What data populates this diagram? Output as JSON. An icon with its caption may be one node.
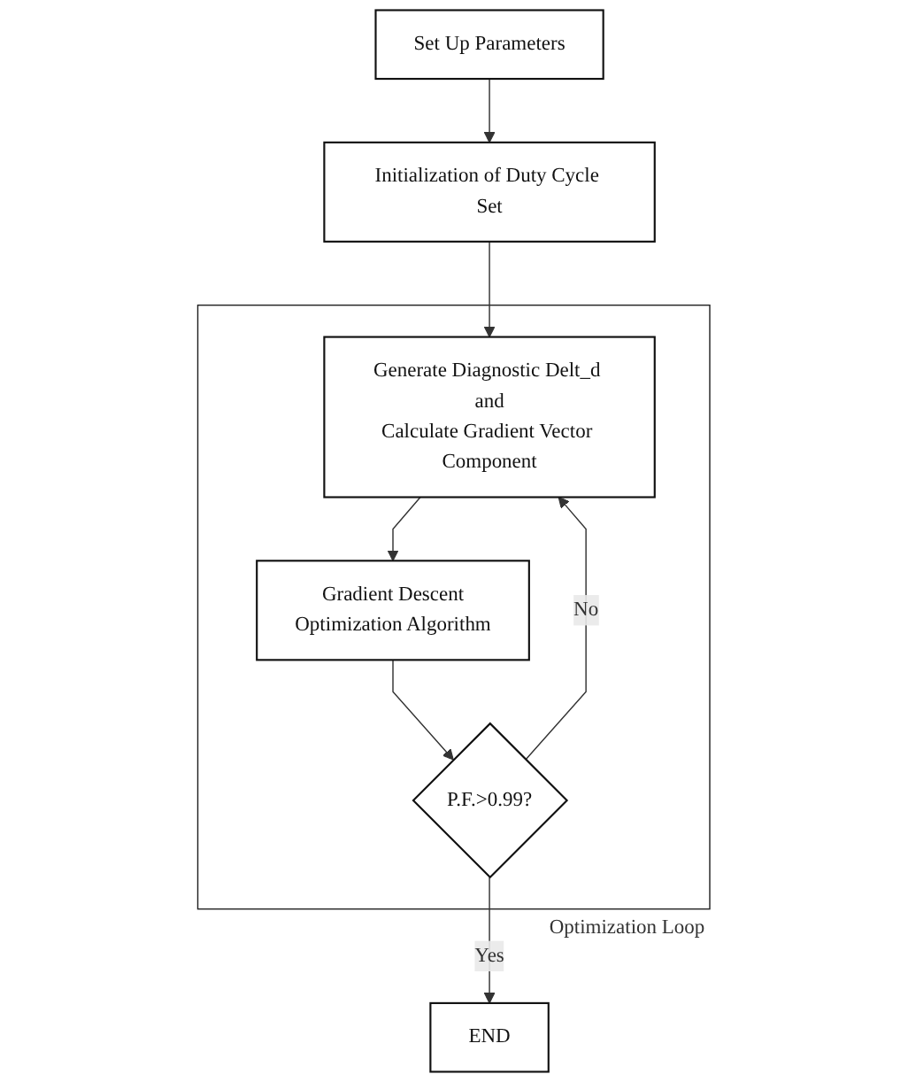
{
  "diagram": {
    "nodes": [
      {
        "text": [
          "Set Up Parameters"
        ]
      },
      {
        "text": [
          "Initialization of Duty Cycle Set"
        ]
      },
      {
        "text": [
          "Optimization Loop"
        ]
      },
      {
        "text": [
          "Generate Diagnostic Delt_d and",
          "Calculate Gradient Vector Component"
        ],
        "in": 2
      },
      {
        "text": [
          "Gradient Descent",
          "Optimization Algorithm"
        ],
        "in": 2
      },
      {
        "text": [
          "P.F.>0.99?"
        ],
        "in": 2
      },
      {
        "text": [
          "END"
        ]
      }
    ],
    "edges": [
      {
        "from": 0,
        "to": 1,
        "arrow": "to"
      },
      {
        "from": 1,
        "to": 3,
        "arrow": "to"
      },
      {
        "from": 3,
        "to": 4,
        "arrow": "to"
      },
      {
        "from": 4,
        "to": 5,
        "arrow": "to"
      },
      {
        "from": 5,
        "to": 3,
        "arrow": "to",
        "label": "No"
      },
      {
        "from": 5,
        "to": 6,
        "arrow": "to",
        "label": "Yes"
      }
    ]
  }
}
